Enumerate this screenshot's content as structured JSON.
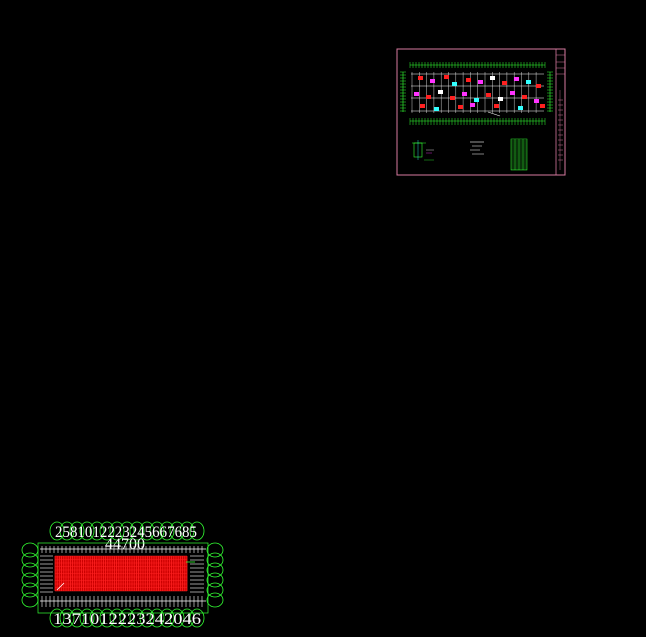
{
  "viewer": {
    "background": "#000000"
  },
  "colors": {
    "sheet_border": "#d87aa0",
    "grid_green": "#33ff33",
    "red": "#ff2020",
    "magenta": "#ff33ff",
    "cyan": "#33ffff",
    "white": "#ffffff",
    "dark_red": "#cc0000"
  },
  "drawing_sheet": {
    "name": "structural-plan-sheet",
    "notes_text": "LL"
  },
  "plan_thumbnail": {
    "name": "foundation-plan-thumbnail",
    "top_numbers": "2581012223245667685",
    "bottom_numbers": "1371012223242046",
    "dimension_label": "44700"
  }
}
